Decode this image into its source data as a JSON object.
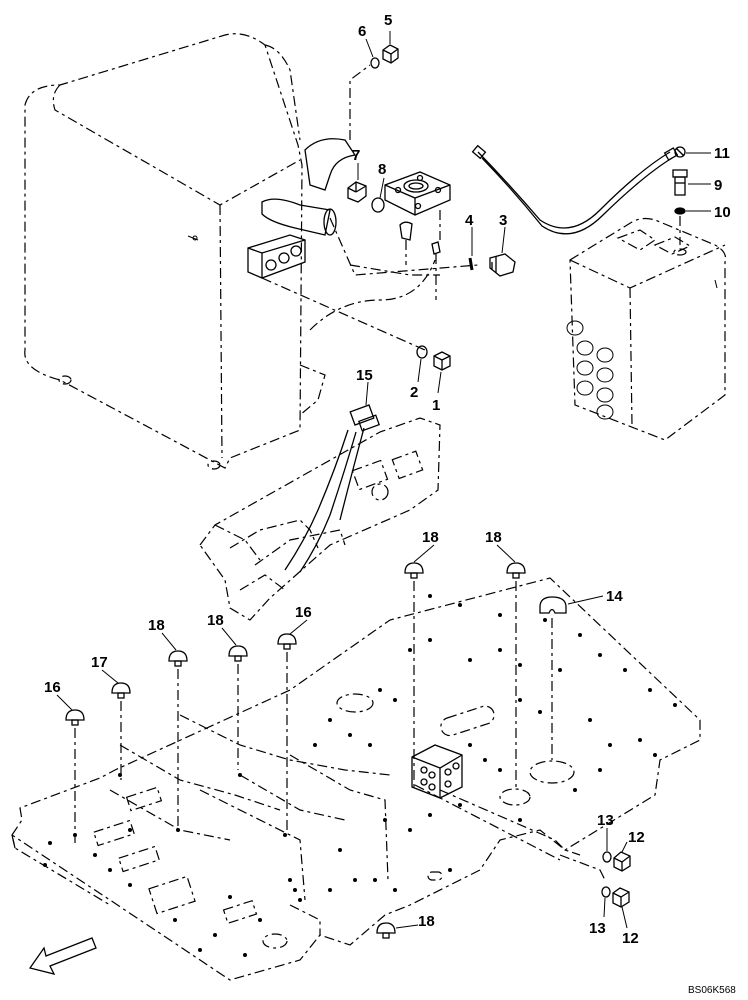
{
  "drawing_code": "BS06K568",
  "callouts": {
    "c1": "1",
    "c2": "2",
    "c3": "3",
    "c4": "4",
    "c5": "5",
    "c6": "6",
    "c7": "7",
    "c8": "8",
    "c9": "9",
    "c10": "10",
    "c11": "11",
    "c12a": "12",
    "c12b": "12",
    "c13a": "13",
    "c13b": "13",
    "c14": "14",
    "c15": "15",
    "c16a": "16",
    "c16b": "16",
    "c17": "17",
    "c18a": "18",
    "c18b": "18",
    "c18c": "18",
    "c18d": "18",
    "c18e": "18"
  },
  "colors": {
    "line": "#000000",
    "background": "#ffffff"
  },
  "icons": {
    "front_arrow": "arrow-down-left-icon"
  }
}
